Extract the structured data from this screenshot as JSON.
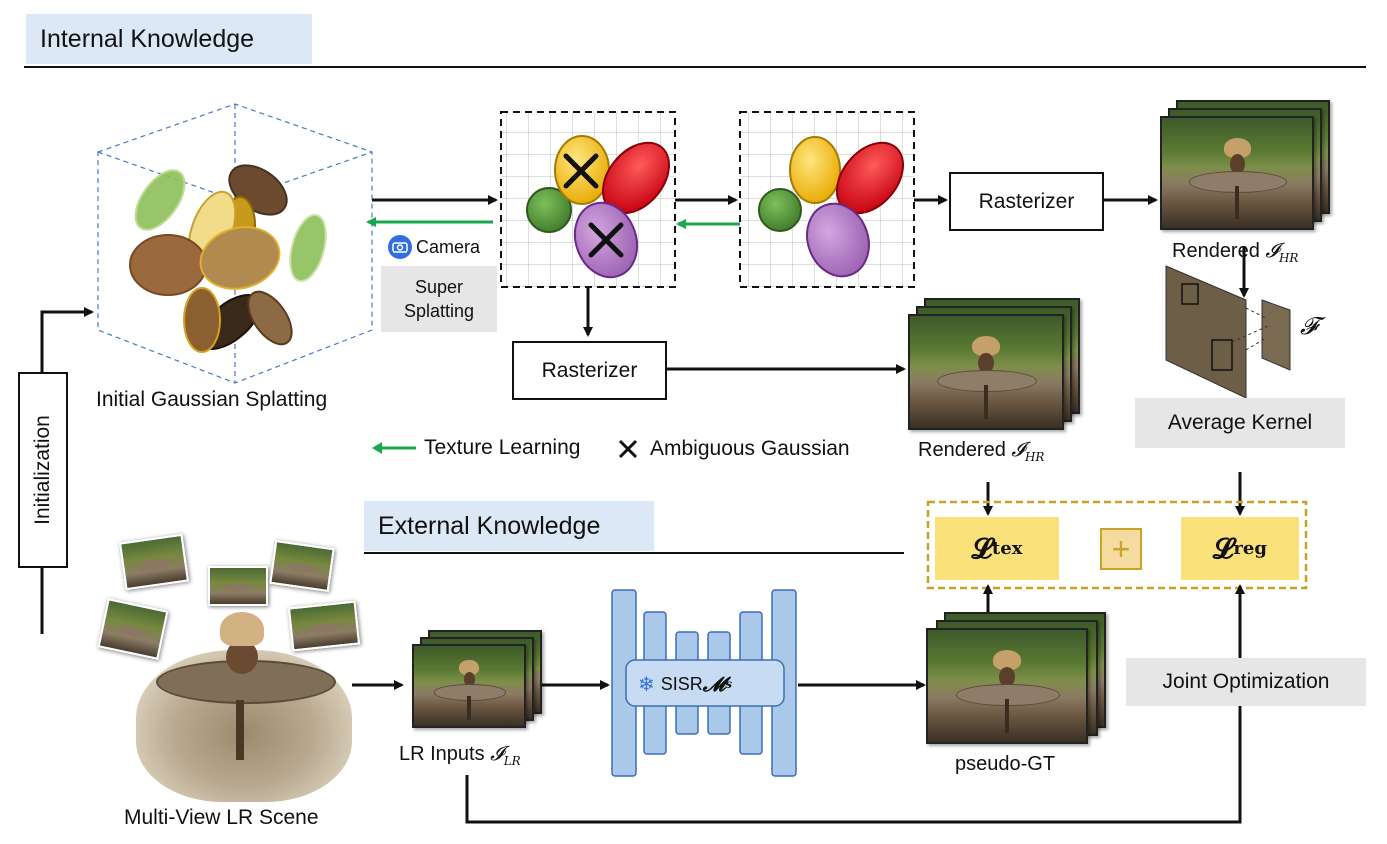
{
  "sections": {
    "internal": "Internal Knowledge",
    "external": "External Knowledge"
  },
  "labels": {
    "initial_gs": "Initial Gaussian Splatting",
    "initialization": "Initialization",
    "camera": "Camera",
    "super_splatting": "Super\nSplatting",
    "rasterizer_top": "Rasterizer",
    "rasterizer_mid": "Rasterizer",
    "rendered_top": "Rendered ",
    "rendered_mid": "Rendered ",
    "rendered_math": "𝓘",
    "rendered_sub": "HR",
    "average_kernel": "Average Kernel",
    "f_symbol": "𝓕",
    "legend_texture": "Texture Learning",
    "legend_ambiguous": "Ambiguous Gaussian",
    "loss_tex_main": "𝓛",
    "loss_tex_sub": "tex",
    "loss_reg_main": "𝓛",
    "loss_reg_sub": "reg",
    "plus": "+",
    "pseudo_gt": "pseudo-GT",
    "joint_opt": "Joint Optimization",
    "lr_inputs": "LR Inputs ",
    "lr_math": "𝓘",
    "lr_sub": "LR",
    "sisr": "SISR ",
    "sisr_math": "𝓜",
    "sisr_sub": "s",
    "multi_view": "Multi-View LR Scene"
  },
  "colors": {
    "section_bg": "#dce8f5",
    "loss_fill": "#fbe17a",
    "loss_border": "#c9a227",
    "arrow_green": "#1aa64a",
    "unet_fill": "#a9c8ea",
    "unet_border": "#3b6fb6",
    "gauss_yellow": "#f3b800",
    "gauss_red": "#e0141b",
    "gauss_green": "#5a9b3c",
    "gauss_purple": "#b47ac6"
  },
  "icons": [
    "camera-icon",
    "snowflake-icon",
    "cross-icon"
  ]
}
